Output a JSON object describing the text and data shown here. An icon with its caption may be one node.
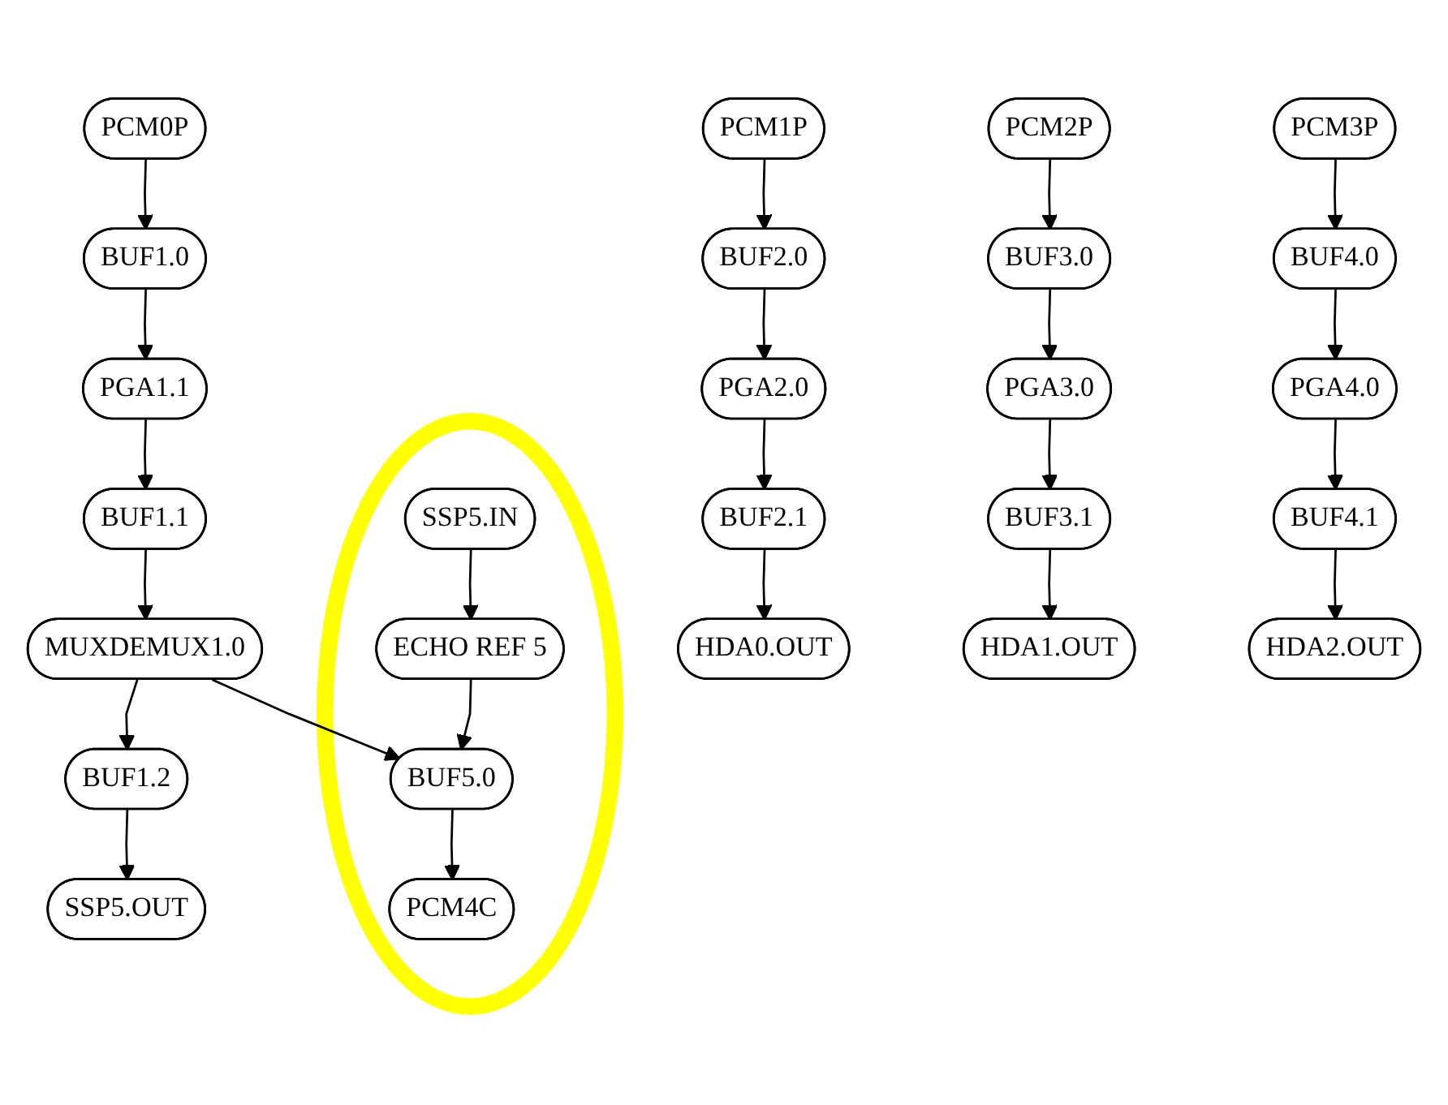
{
  "diagram": {
    "nodes": [
      {
        "text": [
          "PCM0P"
        ]
      },
      {
        "text": [
          "BUF1.0"
        ]
      },
      {
        "text": [
          "PGA1.1"
        ]
      },
      {
        "text": [
          "BUF1.1"
        ]
      },
      {
        "text": [
          "MUXDEMUX1.0"
        ]
      },
      {
        "text": [
          "BUF1.2"
        ]
      },
      {
        "text": [
          "SSP5.OUT"
        ]
      },
      {
        "text": [],
        "shape": "circle"
      },
      {
        "text": [
          "SSP5.IN"
        ],
        "in": 7
      },
      {
        "text": [
          "ECHO REF 5"
        ],
        "in": 7
      },
      {
        "text": [
          "BUF5.0"
        ],
        "in": 7
      },
      {
        "text": [
          "PCM4C"
        ],
        "in": 7
      },
      {
        "text": [
          "PCM1P"
        ]
      },
      {
        "text": [
          "BUF2.0"
        ]
      },
      {
        "text": [
          "PGA2.0"
        ]
      },
      {
        "text": [
          "BUF2.1"
        ]
      },
      {
        "text": [
          "HDA0.OUT"
        ]
      },
      {
        "text": [
          "PCM2P"
        ]
      },
      {
        "text": [
          "BUF3.0"
        ]
      },
      {
        "text": [
          "PGA3.0"
        ]
      },
      {
        "text": [
          "BUF3.1"
        ]
      },
      {
        "text": [
          "HDA1.OUT"
        ]
      },
      {
        "text": [
          "PCM3P"
        ]
      },
      {
        "text": [
          "BUF4.0"
        ]
      },
      {
        "text": [
          "PGA4.0"
        ]
      },
      {
        "text": [
          "BUF4.1"
        ]
      },
      {
        "text": [
          "HDA2.OUT"
        ]
      }
    ],
    "edges": [
      {
        "from": 0,
        "to": 1,
        "arrow": "to"
      },
      {
        "from": 1,
        "to": 2,
        "arrow": "to"
      },
      {
        "from": 2,
        "to": 3,
        "arrow": "to"
      },
      {
        "from": 3,
        "to": 4,
        "arrow": "to"
      },
      {
        "from": 4,
        "to": 5,
        "arrow": "to"
      },
      {
        "from": 5,
        "to": 6,
        "arrow": "to"
      },
      {
        "from": 4,
        "to": 10,
        "arrow": "to"
      },
      {
        "from": 8,
        "to": 9,
        "arrow": "to"
      },
      {
        "from": 9,
        "to": 10,
        "arrow": "to"
      },
      {
        "from": 10,
        "to": 11,
        "arrow": "to"
      },
      {
        "from": 12,
        "to": 13,
        "arrow": "to"
      },
      {
        "from": 13,
        "to": 14,
        "arrow": "to"
      },
      {
        "from": 14,
        "to": 15,
        "arrow": "to"
      },
      {
        "from": 15,
        "to": 16,
        "arrow": "to"
      },
      {
        "from": 17,
        "to": 18,
        "arrow": "to"
      },
      {
        "from": 18,
        "to": 19,
        "arrow": "to"
      },
      {
        "from": 19,
        "to": 20,
        "arrow": "to"
      },
      {
        "from": 20,
        "to": 21,
        "arrow": "to"
      },
      {
        "from": 22,
        "to": 23,
        "arrow": "to"
      },
      {
        "from": 23,
        "to": 24,
        "arrow": "to"
      },
      {
        "from": 24,
        "to": 25,
        "arrow": "to"
      },
      {
        "from": 25,
        "to": 26,
        "arrow": "to"
      }
    ]
  }
}
